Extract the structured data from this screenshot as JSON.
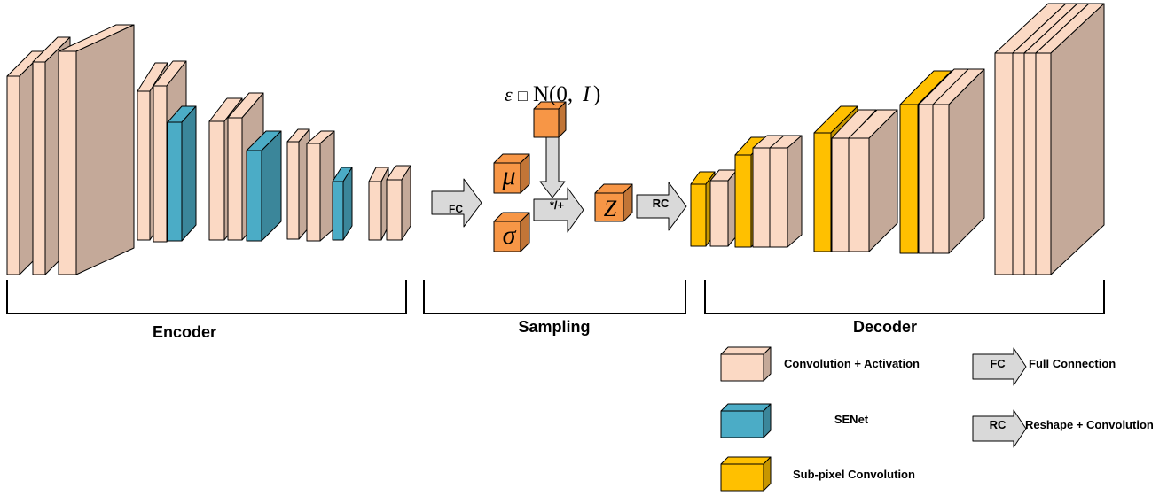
{
  "sections": {
    "encoder": "Encoder",
    "sampling": "Sampling",
    "decoder": "Decoder"
  },
  "sampling": {
    "epsilon_symbol": "ε",
    "epsilon_missing_glyph": "□",
    "epsilon_distribution": "N(0,",
    "epsilon_identity": "I",
    "epsilon_close": ")",
    "mu_symbol": "μ",
    "sigma_symbol": "σ",
    "z_symbol": "Z",
    "fc_label": "FC",
    "op_label": "*/+",
    "rc_label": "RC"
  },
  "legend": {
    "conv_activation": "Convolution + Activation",
    "senet": "SENet",
    "subpixel": "Sub-pixel Convolution",
    "fc_abbr": "FC",
    "fc_text": "Full Connection",
    "rc_abbr": "RC",
    "rc_text": "Reshape + Convolution"
  },
  "colors": {
    "conv": "#fbd9c4",
    "senet": "#4bacc6",
    "subpixel": "#ffc000",
    "latent": "#f79646",
    "arrow": "#d9d9d9",
    "outline": "#000000"
  }
}
